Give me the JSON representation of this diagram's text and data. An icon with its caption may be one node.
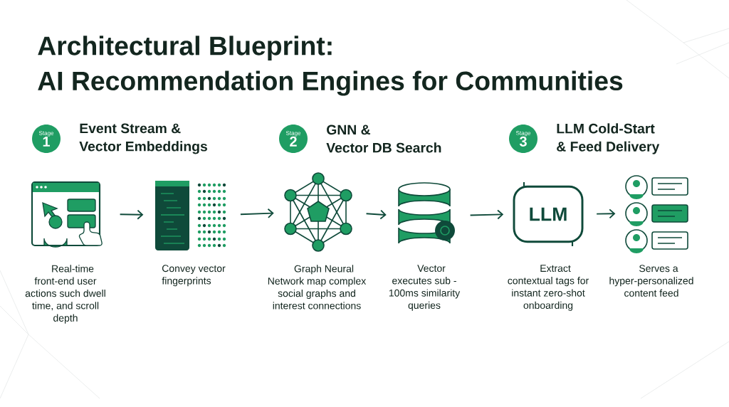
{
  "diagram": {
    "title": "Architectural Blueprint: AI Recommendation Engines for Communities",
    "nodes": [
      {
        "text": [
          "Stage",
          "1"
        ],
        "beside": [
          "Event Stream & Vector Embeddings"
        ]
      },
      {
        "text": [
          "Stage",
          "2"
        ],
        "beside": [
          "GNN & Vector DB Search"
        ]
      },
      {
        "text": [
          "Stage",
          "3"
        ],
        "beside": [
          "LLM Cold-Start & Feed Delivery"
        ]
      },
      {
        "text": [],
        "shape": "picture",
        "beside": [
          "Real-time front-end user actions such dwell time, and scroll depth"
        ]
      },
      {
        "text": [],
        "shape": "picture",
        "beside": [
          "Convey vector fingerprints"
        ]
      },
      {
        "text": [],
        "shape": "picture",
        "beside": [
          "Graph Neural Network map complex social graphs and interest connections"
        ]
      },
      {
        "text": [],
        "shape": "cylinder",
        "beside": [
          "Vector executes sub - 100ms similarity queries"
        ]
      },
      {
        "text": [
          "LLM"
        ],
        "beside": [
          "Extract contextual tags for instant zero-shot onboarding"
        ]
      },
      {
        "text": [],
        "shape": "picture",
        "beside": [
          "Serves a hyper-personalized content feed"
        ]
      }
    ],
    "edges": [
      {
        "from": 3,
        "to": 4,
        "arrow": "to"
      },
      {
        "from": 4,
        "to": 5,
        "arrow": "to"
      },
      {
        "from": 5,
        "to": 6,
        "arrow": "to"
      },
      {
        "from": 6,
        "to": 7,
        "arrow": "to"
      },
      {
        "from": 7,
        "to": 8,
        "arrow": "to"
      }
    ]
  }
}
